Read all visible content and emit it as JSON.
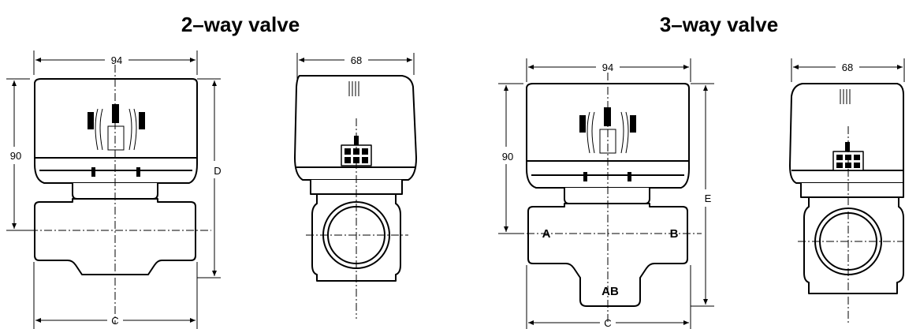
{
  "two_way": {
    "title": "2–way valve",
    "front": {
      "width": "94",
      "height": "90",
      "bottom": "C"
    },
    "side": {
      "width": "68",
      "height": "D"
    }
  },
  "three_way": {
    "title": "3–way valve",
    "front": {
      "width": "94",
      "height": "90",
      "bottom": "C",
      "height_total": "E",
      "port_a": "A",
      "port_b": "B",
      "port_ab": "AB"
    },
    "side": {
      "width": "68"
    }
  }
}
